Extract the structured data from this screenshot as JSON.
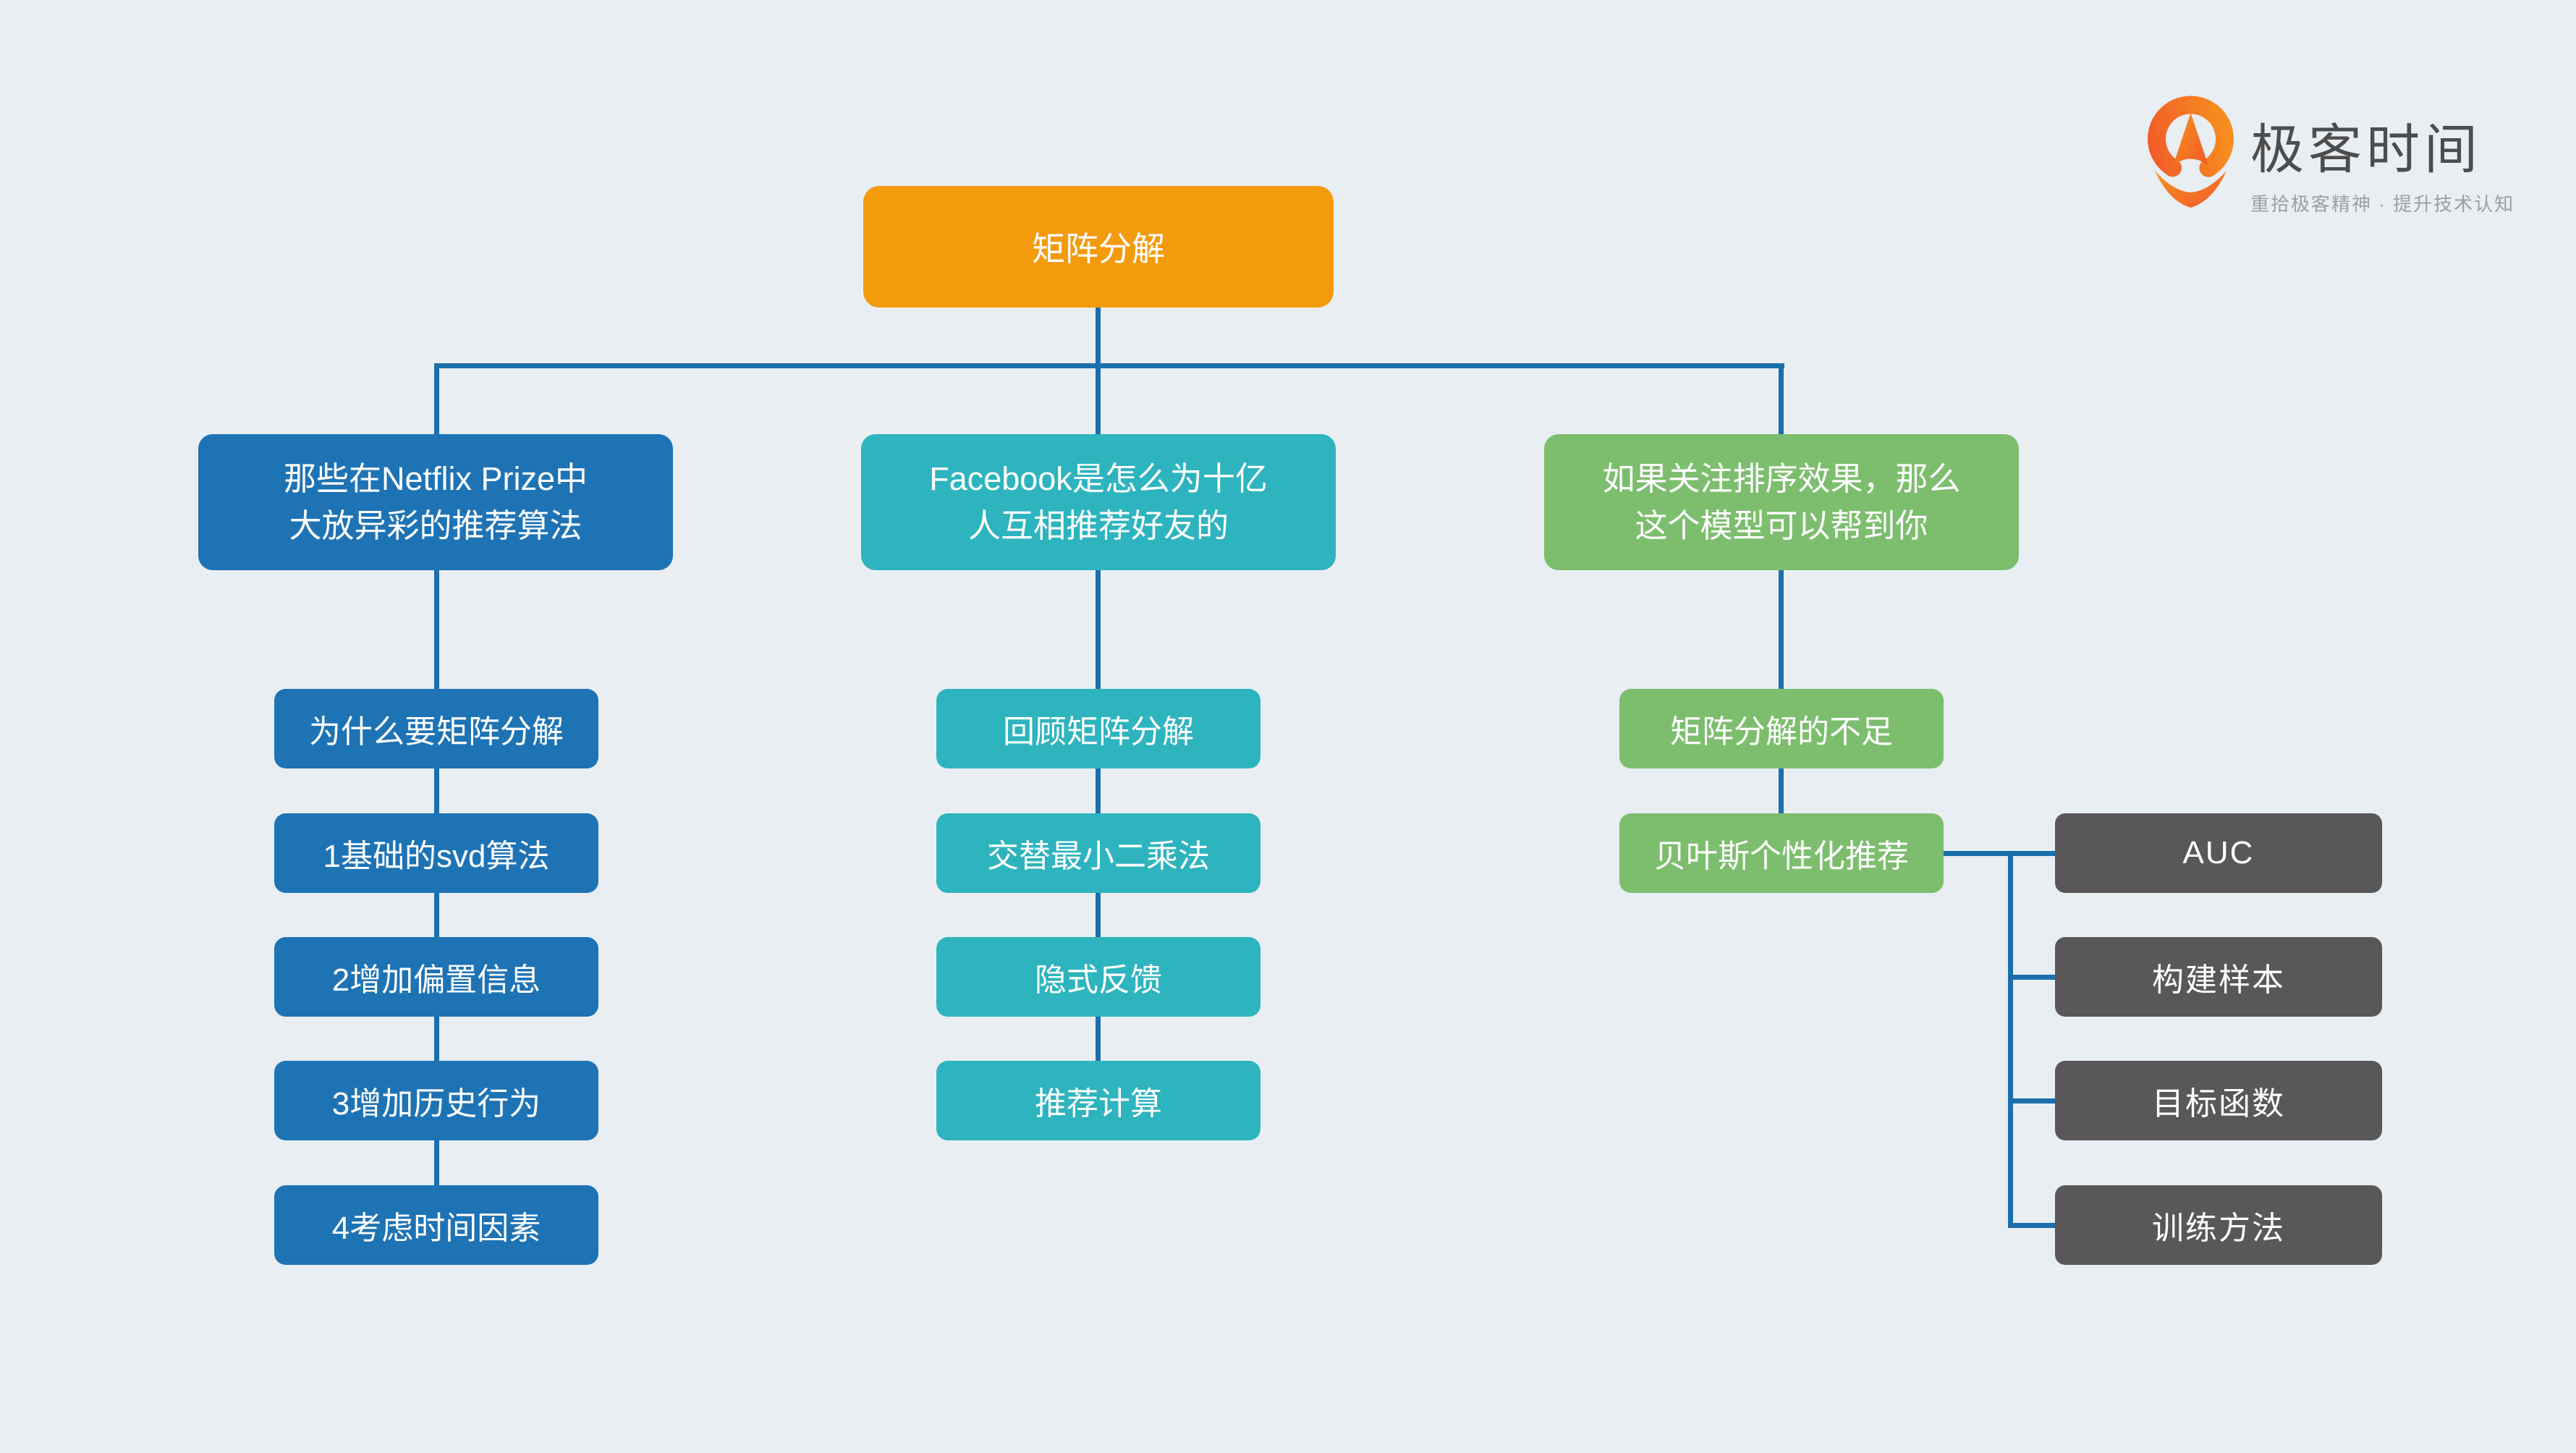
{
  "background": "#e9eef3",
  "connector_color": "#1b6fad",
  "logo": {
    "title": "极客时间",
    "tagline": "重拾极客精神 · 提升技术认知",
    "icon": "geektime-pin-icon",
    "orange": "#f4671f"
  },
  "root": {
    "label": "矩阵分解",
    "color": "#f49b0d"
  },
  "branches": [
    {
      "label": "那些在Netflix Prize中\n大放异彩的推荐算法",
      "color": "#1e73b5",
      "children": [
        "为什么要矩阵分解",
        "1基础的svd算法",
        "2增加偏置信息",
        "3增加历史行为",
        "4考虑时间因素"
      ]
    },
    {
      "label": "Facebook是怎么为十亿\n人互相推荐好友的",
      "color": "#2eb4be",
      "children": [
        "回顾矩阵分解",
        "交替最小二乘法",
        "隐式反馈",
        "推荐计算"
      ]
    },
    {
      "label": "如果关注排序效果，那么\n这个模型可以帮到你",
      "color": "#7cbe6e",
      "children": [
        "矩阵分解的不足",
        "贝叶斯个性化推荐"
      ],
      "sub_color": "#595757",
      "sub_items": [
        "AUC",
        "构建样本",
        "目标函数",
        "训练方法"
      ]
    }
  ]
}
